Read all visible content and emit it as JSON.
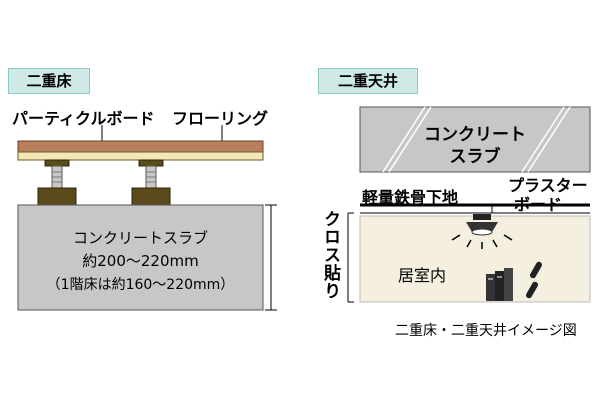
{
  "floor": {
    "heading": "二重床",
    "particleboard_label": "パーティクルボード",
    "flooring_label": "フローリング",
    "slab_title": "コンクリートスラブ",
    "slab_thickness": "約200～220mm",
    "slab_thickness_note": "（1階床は約160～220mm）"
  },
  "ceiling": {
    "heading": "二重天井",
    "slab_title_line1": "コンクリート",
    "slab_title_line2": "スラブ",
    "steel_frame_label": "軽量鉄骨下地",
    "plaster_label_line1": "プラスター",
    "plaster_label_line2": "ボード",
    "cloth_label": "クロス貼り",
    "room_label": "居室内"
  },
  "caption": "二重床・二重天井イメージ図"
}
